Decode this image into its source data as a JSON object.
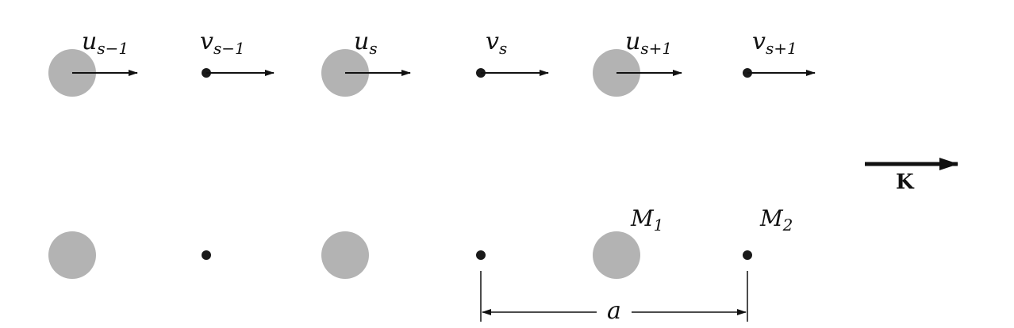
{
  "colors": {
    "heavy_atom": "#b3b3b3",
    "light_atom": "#1a1a1a",
    "arrow": "#111111",
    "text": "#111111"
  },
  "displacement_labels": [
    {
      "main": "u",
      "sub": "s−1"
    },
    {
      "main": "v",
      "sub": "s−1"
    },
    {
      "main": "u",
      "sub": "s"
    },
    {
      "main": "v",
      "sub": "s"
    },
    {
      "main": "u",
      "sub": "s+1"
    },
    {
      "main": "v",
      "sub": "s+1"
    }
  ],
  "mass_labels": [
    {
      "main": "M",
      "sub": "1"
    },
    {
      "main": "M",
      "sub": "2"
    }
  ],
  "wavevector_label": "K",
  "lattice_constant_label": "a"
}
